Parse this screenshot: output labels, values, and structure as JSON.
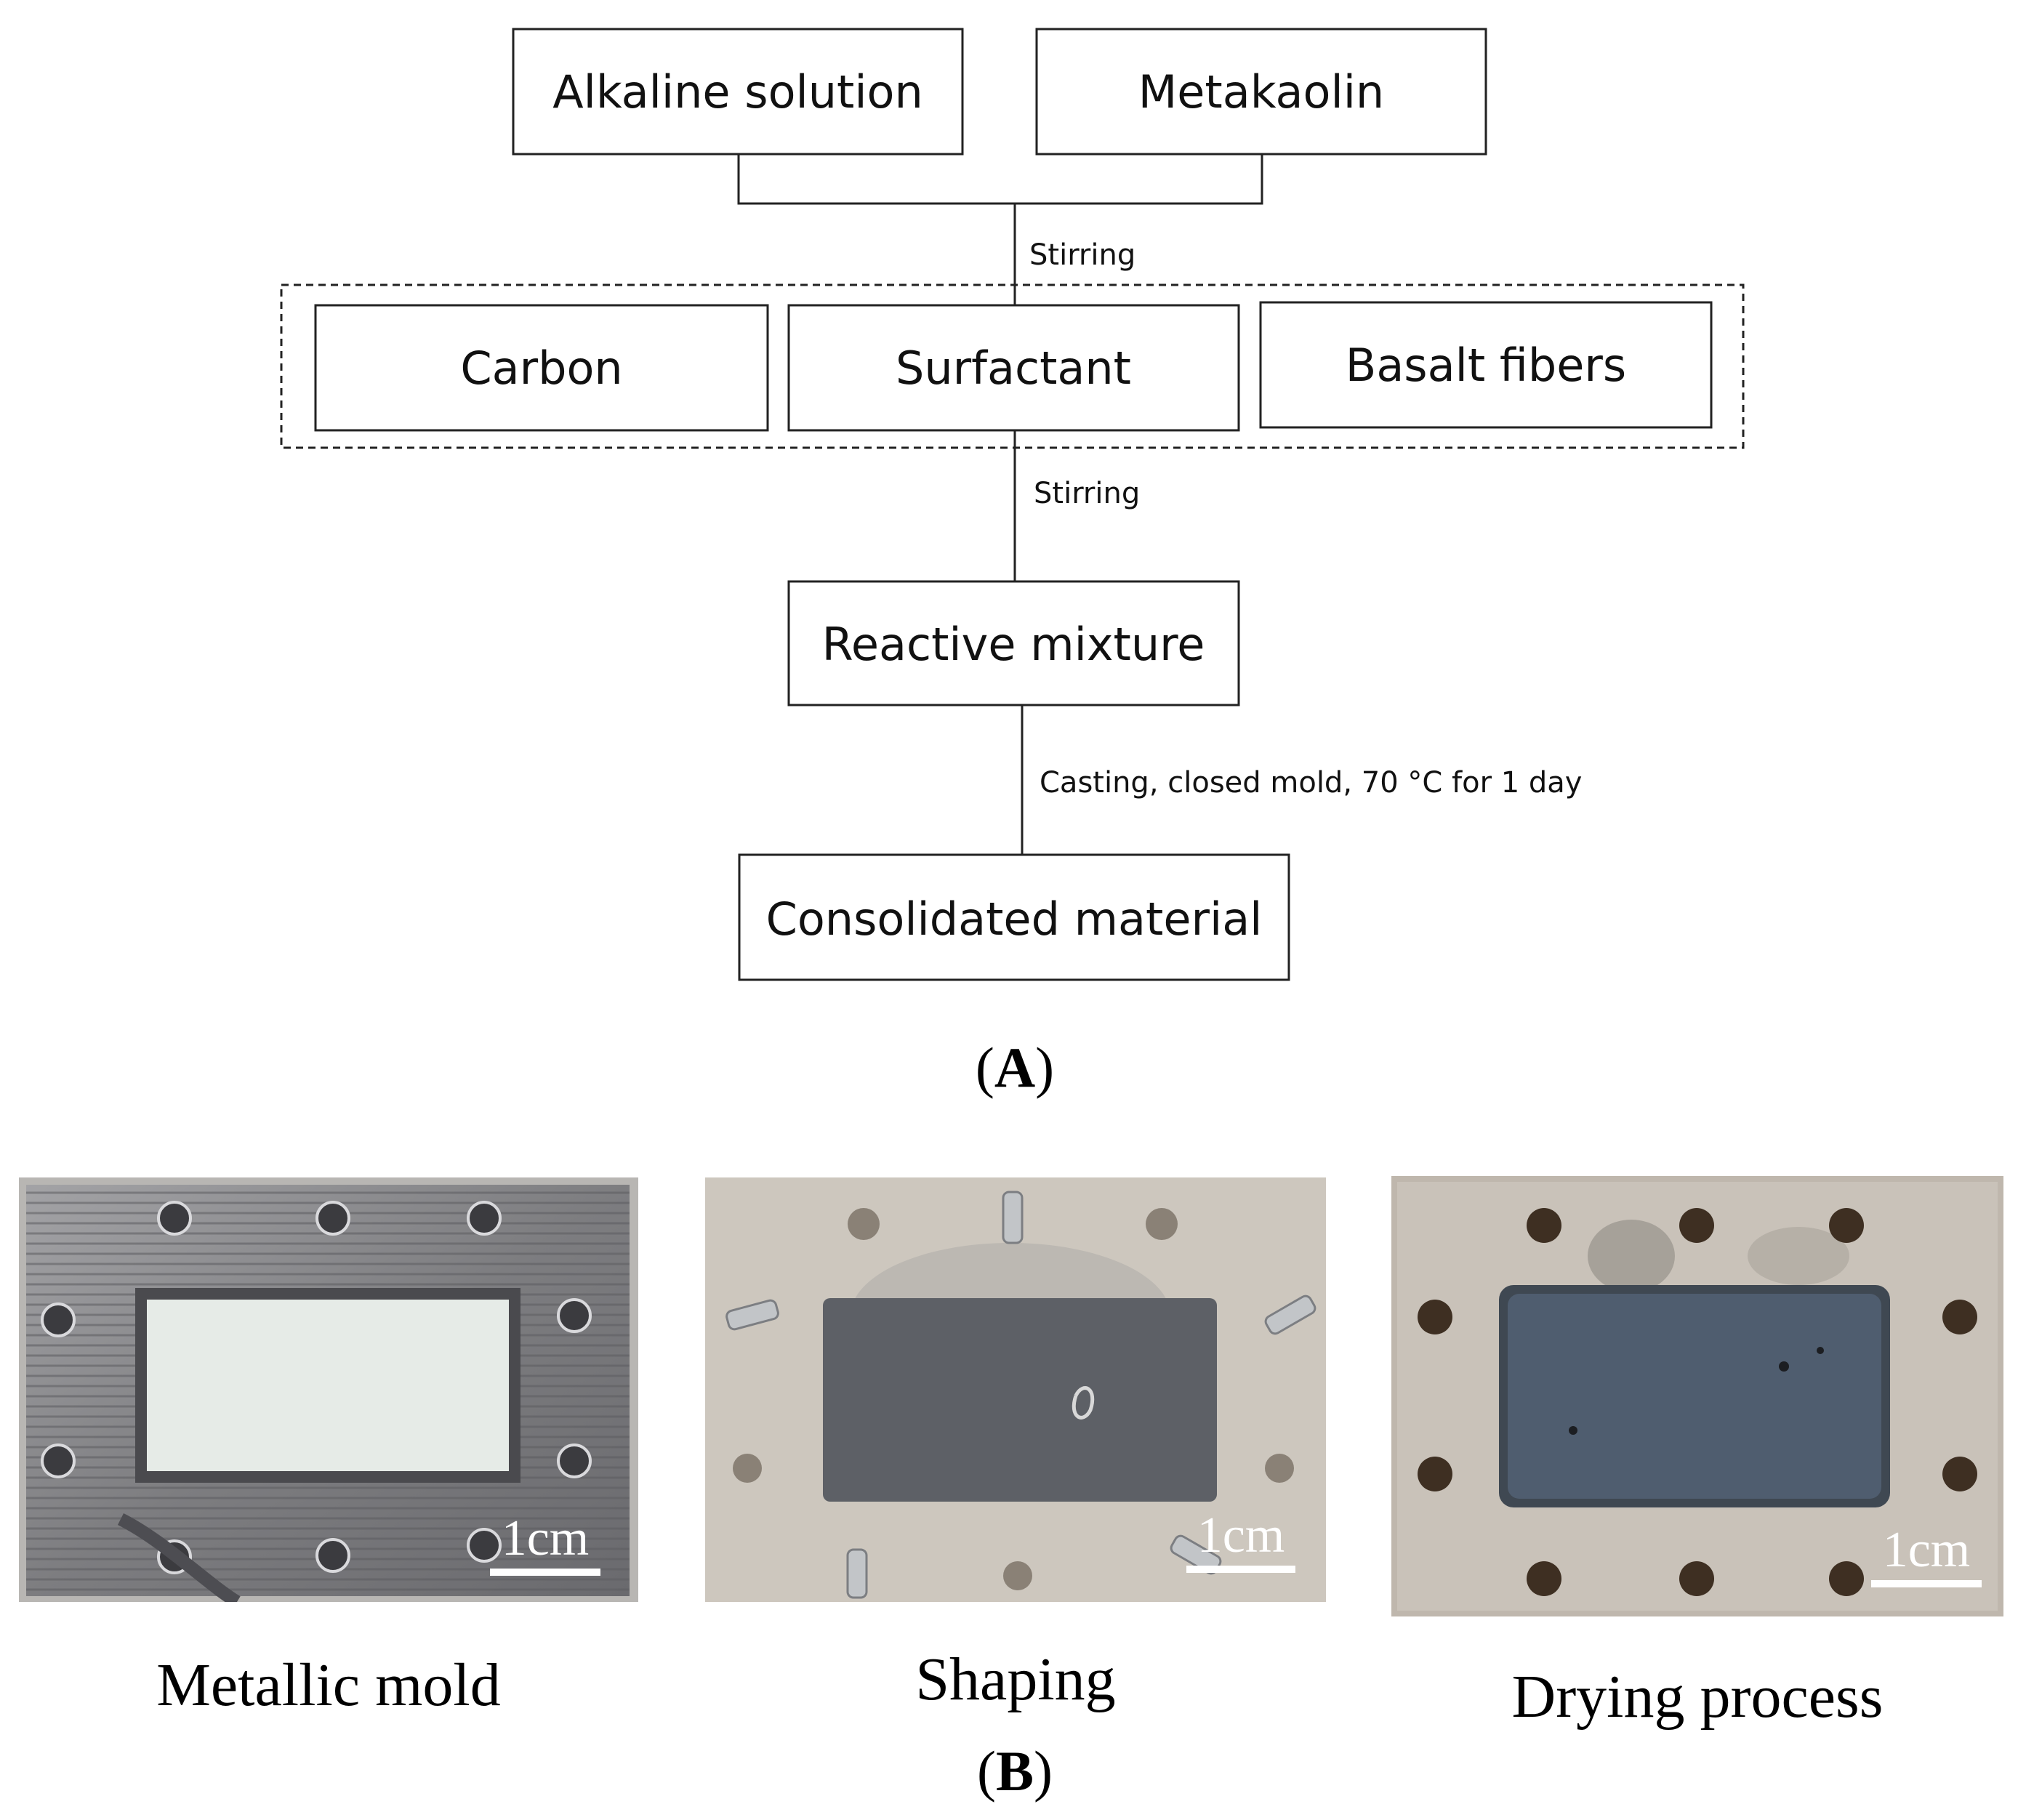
{
  "panel_a": {
    "boxes": {
      "alkaline": "Alkaline solution",
      "metakaolin": "Metakaolin",
      "carbon": "Carbon",
      "surfactant": "Surfactant",
      "basalt": "Basalt fibers",
      "reactive": "Reactive mixture",
      "consolidated": "Consolidated material"
    },
    "edges": {
      "stirring_1": "Stirring",
      "stirring_2": "Stirring",
      "casting": "Casting,  closed mold, 70 °C for 1 day"
    },
    "label_open": "(",
    "label_letter": "A",
    "label_close": ")"
  },
  "panel_b": {
    "photos": [
      {
        "caption": "Metallic mold",
        "scale": "1cm"
      },
      {
        "caption": "Shaping",
        "scale": "1cm"
      },
      {
        "caption": "Drying process",
        "scale": "1cm"
      }
    ],
    "label_open": "(",
    "label_letter": "B",
    "label_close": ")"
  },
  "colors": {
    "mold_metal": "#8b8b8d",
    "mold_insert": "#e6ebe7",
    "plate": "#c9c2b9",
    "sample_shaping": "#5d6066",
    "sample_drying": "#4f5d6f"
  }
}
